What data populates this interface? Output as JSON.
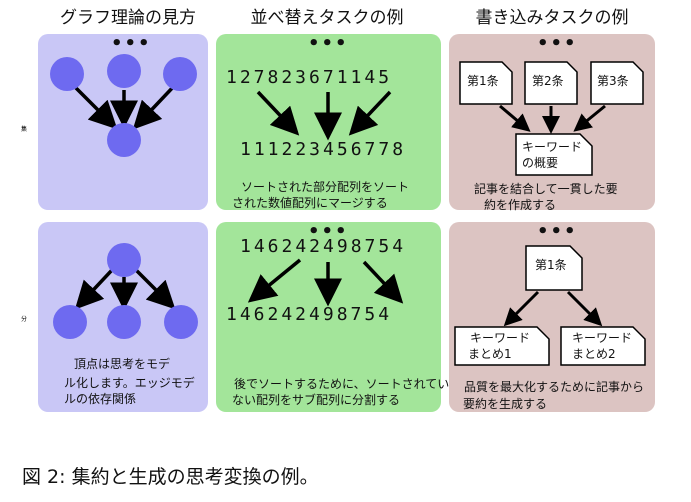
{
  "columns": {
    "graph_title": "グラフ理論の見方",
    "sort_title": "並べ替えタスクの例",
    "write_title": "書き込みタスクの例"
  },
  "dots": "•••",
  "rows": {
    "top_side_label": "集",
    "bottom_side_label": "分"
  },
  "sort_top": {
    "input": "127823671145",
    "output": "111223456778",
    "desc": [
      "ソートされた部分配列をソート",
      "された数値配列にマージする"
    ]
  },
  "sort_bottom": {
    "input": "146242498754",
    "output": "146242498754",
    "desc": [
      "後でソートするために、ソートされてい",
      "ない配列をサブ配列に分割する"
    ]
  },
  "write_top": {
    "docs": [
      "第1条",
      "第2条",
      "第3条"
    ],
    "summary": [
      "キーワード",
      "の概要"
    ],
    "desc": [
      "記事を結合して一貫した要",
      "約を作成する"
    ]
  },
  "write_bottom": {
    "doc": "第1条",
    "summaries": [
      [
        "キーワード",
        "まとめ1"
      ],
      [
        "キーワード",
        "まとめ2"
      ]
    ],
    "desc": [
      "品質を最大化するために記事から",
      "要約を生成する"
    ]
  },
  "graph_bottom_desc": [
    "頂点は思考をモデ",
    "ル化します。エッジモデ",
    "ルの依存関係"
  ],
  "caption": "図 2: 集約と生成の思考変換の例。",
  "colors": {
    "purple_panel": "#c9c7f6",
    "green_panel": "#a3e59a",
    "pink_panel": "#dcc4c2",
    "node": "#6e6af0"
  }
}
